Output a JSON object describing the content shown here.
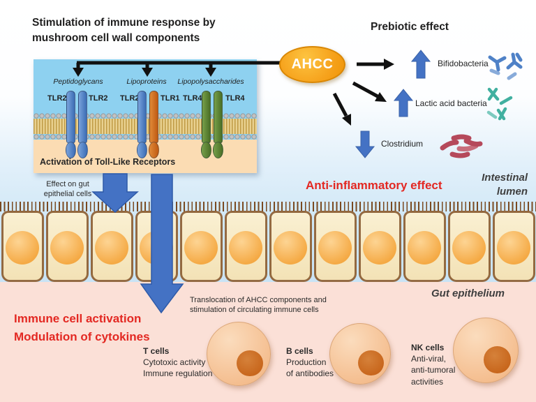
{
  "diagram": {
    "title": "Stimulation of immune response by mushroom cell wall components",
    "ahcc_label": "AHCC",
    "prebiotic": {
      "heading": "Prebiotic effect",
      "items": [
        {
          "name": "Bifidobacteria",
          "trend": "increase",
          "icon": "bifidobacteria-icon"
        },
        {
          "name": "Lactic acid bacteria",
          "trend": "increase",
          "icon": "lactic-acid-bacteria-icon"
        },
        {
          "name": "Clostridium",
          "trend": "decrease",
          "icon": "clostridium-icon"
        }
      ]
    },
    "tlr_box": {
      "ligands": [
        "Peptidoglycans",
        "Lipoproteins",
        "Lipopolysaccharides"
      ],
      "receptor_pairs": [
        {
          "left": "TLR2",
          "right": "TLR2"
        },
        {
          "left": "TLR2",
          "right": "TLR1"
        },
        {
          "left": "TLR4",
          "right": "TLR4"
        }
      ],
      "caption": "Activation of Toll-Like Receptors"
    },
    "annotations": {
      "effect_epithelial": "Effect on gut epithelial cells",
      "anti_inflammatory": "Anti-inflammatory effect",
      "intestinal_lumen": "Intestinal lumen",
      "gut_epithelium": "Gut epithelium",
      "immune_line1": "Immune cell activation",
      "immune_line2": "Modulation of cytokines",
      "translocation": "Translocation of AHCC components and stimulation of circulating immune cells"
    },
    "immune_cells": [
      {
        "name": "T cells",
        "lines": [
          "Cytotoxic activity",
          "Immune regulation"
        ]
      },
      {
        "name": "B cells",
        "lines": [
          "Production",
          "of antibodies"
        ]
      },
      {
        "name": "NK cells",
        "lines": [
          "Anti-viral,",
          "anti-tumoral",
          "activities"
        ]
      }
    ],
    "colors": {
      "accent_red": "#e32822",
      "ahcc_orange": "#f6a21c",
      "arrow_blue": "#4472c4",
      "box_blue": "#8ed1f0",
      "bifidobacteria_blue": "#4f81c7",
      "lactic_teal": "#41b0a0",
      "clostridium_red": "#b5495b",
      "membrane_gold": "#d9b967",
      "epithelium_cream": "#f8ecc9"
    }
  }
}
